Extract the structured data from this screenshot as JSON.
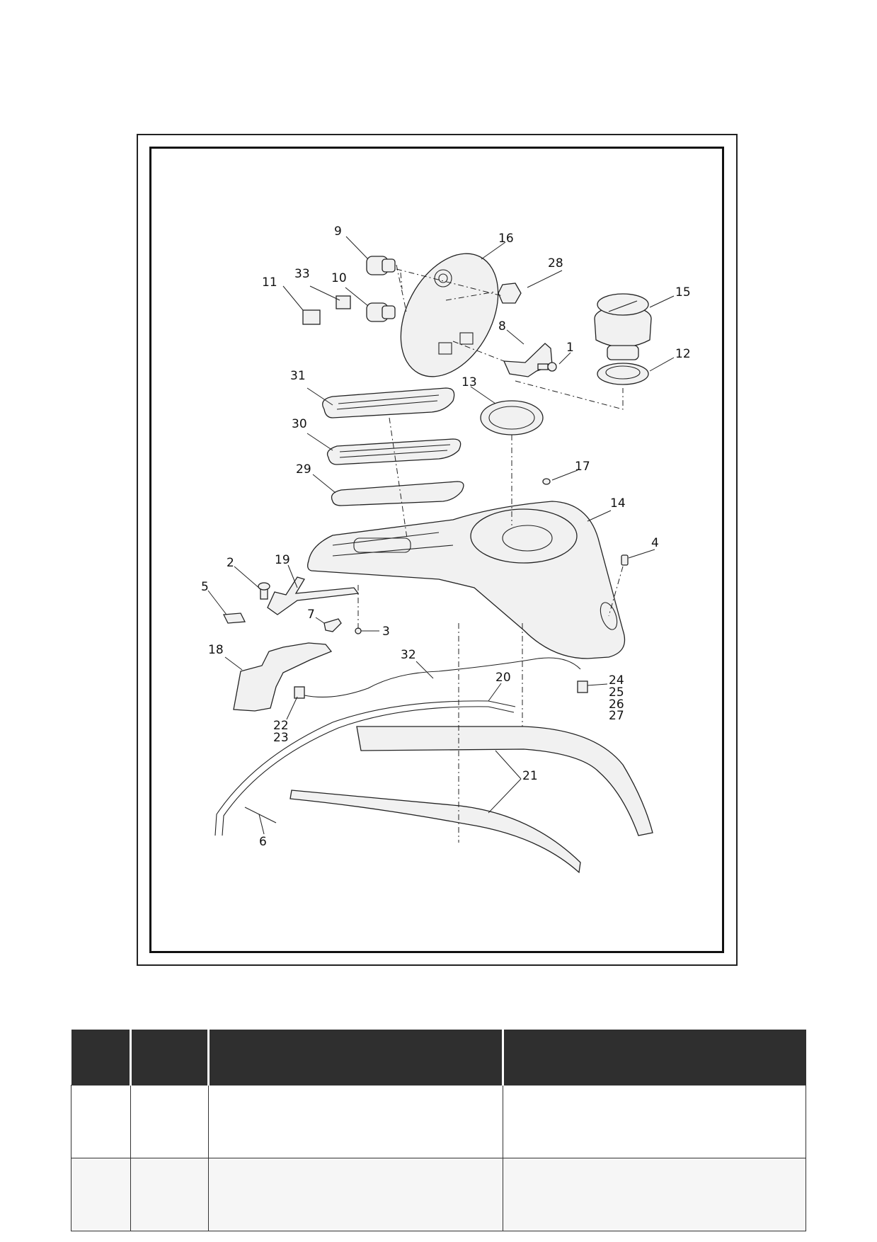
{
  "callouts": {
    "c1": "1",
    "c2": "2",
    "c3": "3",
    "c4": "4",
    "c5": "5",
    "c6": "6",
    "c7": "7",
    "c8": "8",
    "c9": "9",
    "c10": "10",
    "c11": "11",
    "c12": "12",
    "c13": "13",
    "c14": "14",
    "c15": "15",
    "c16": "16",
    "c17": "17",
    "c18": "18",
    "c19": "19",
    "c20": "20",
    "c21": "21",
    "c22": "22",
    "c23": "23",
    "c24": "24",
    "c25": "25",
    "c26": "26",
    "c27": "27",
    "c28": "28",
    "c29": "29",
    "c30": "30",
    "c31": "31",
    "c32": "32",
    "c33": "33"
  },
  "table": {
    "headers": [
      "",
      "",
      "",
      ""
    ],
    "rows": [
      [
        "",
        "",
        "",
        ""
      ],
      [
        "",
        "",
        "",
        ""
      ]
    ]
  }
}
